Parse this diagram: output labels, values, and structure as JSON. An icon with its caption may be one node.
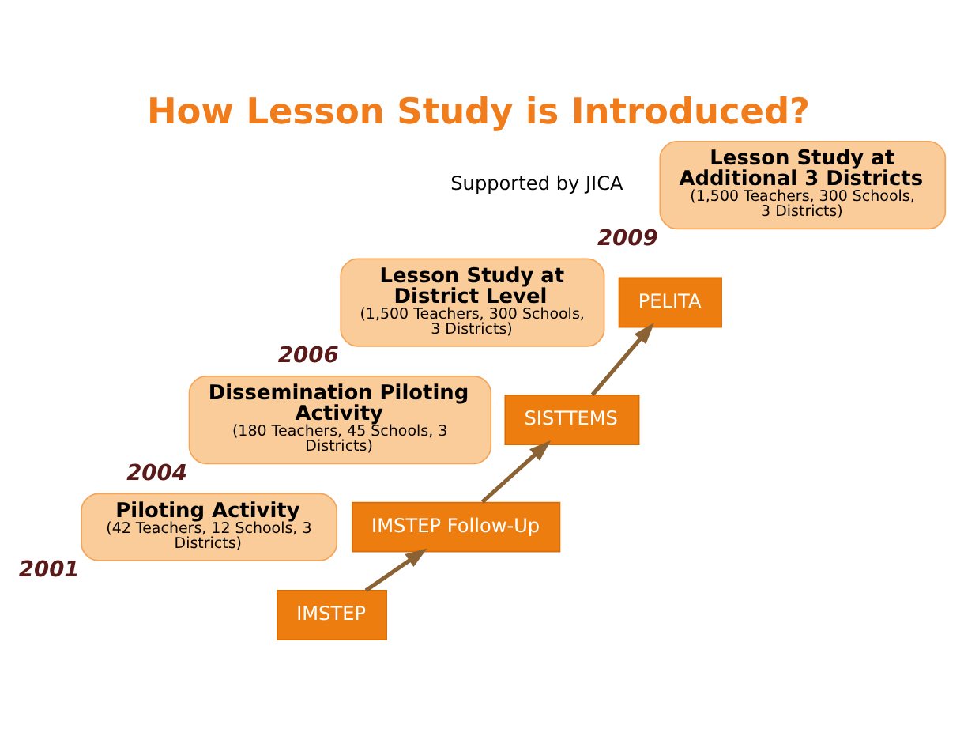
{
  "diagram": {
    "title": "How Lesson Study is Introduced?",
    "nodes": [
      {
        "text": [
          "Piloting Activity",
          "(42 Teachers, 12 Schools, 3 Districts)"
        ],
        "beside": [
          "2001"
        ]
      },
      {
        "text": [
          "IMSTEP"
        ]
      },
      {
        "text": [
          "Dissemination Piloting Activity",
          "(180 Teachers, 45 Schools, 3 Districts)"
        ],
        "beside": [
          "2004"
        ]
      },
      {
        "text": [
          "IMSTEP Follow-Up"
        ]
      },
      {
        "text": [
          "Lesson Study at District Level",
          "(1,500 Teachers, 300 Schools, 3 Districts)"
        ],
        "beside": [
          "2006"
        ]
      },
      {
        "text": [
          "SISTTEMS"
        ]
      },
      {
        "text": [
          "Lesson Study at Additional 3 Districts",
          "(1,500 Teachers, 300 Schools, 3 Districts)"
        ],
        "beside": [
          "2009"
        ]
      },
      {
        "text": [
          "PELITA"
        ]
      }
    ],
    "edges": [
      {
        "from": 1,
        "to": 3,
        "arrow": "to"
      },
      {
        "from": 3,
        "to": 5,
        "arrow": "to"
      },
      {
        "from": 5,
        "to": 7,
        "arrow": "to"
      }
    ],
    "labels": [
      "Supported by JICA"
    ]
  }
}
